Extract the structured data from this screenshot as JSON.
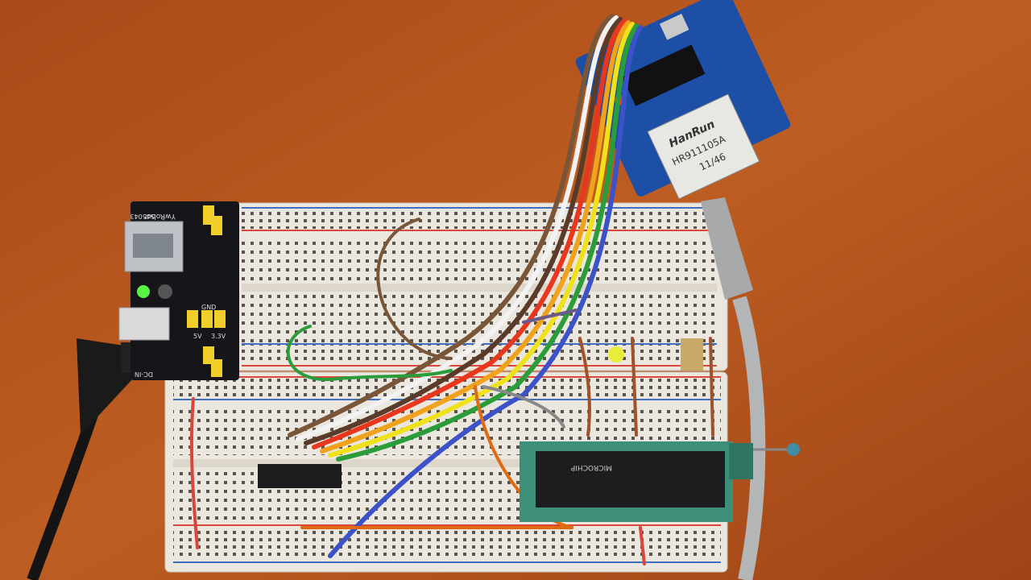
{
  "scene": {
    "table_color": "#b5561d",
    "breadboard_color": "#ece7de",
    "rail_red": "#d9473c",
    "rail_blue": "#3f6fc0"
  },
  "power_module": {
    "brand": "YwRobot",
    "model": "545043",
    "gnd_label": "GND",
    "v5_label": "5V",
    "v33_label": "3.3V",
    "dc_label": "DC-IN",
    "pcb_color": "#15151a",
    "jumper_color": "#f0cf2a",
    "led_color": "#5cff4a"
  },
  "ethernet_module": {
    "jack_brand": "HanRun",
    "jack_model": "HR911105A",
    "jack_date": "11/46",
    "pcb_color": "#1d4fa7",
    "led_color": "#ff3a1a"
  },
  "microcontroller": {
    "maker": "MICROCHIP",
    "socket_color": "#3d8f7a"
  },
  "ribbon_wires": [
    "#7a5638",
    "#f2f2f2",
    "#5a3b2a",
    "#e8371e",
    "#f1a21c",
    "#f0e21a",
    "#2a9d3a",
    "#3c52c8"
  ]
}
